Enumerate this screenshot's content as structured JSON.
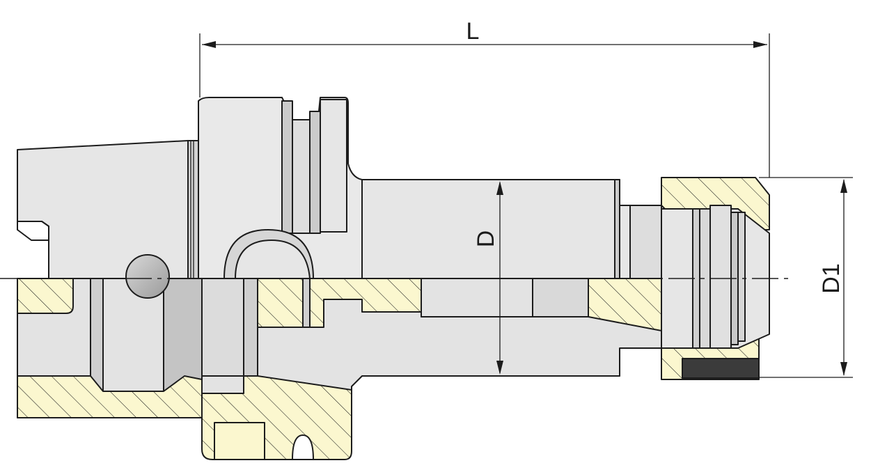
{
  "dimensions": {
    "overall_length": "L",
    "bore_diameter": "D",
    "nut_diameter": "D1"
  },
  "colors": {
    "section_fill": "#fbf7cf",
    "metal_light": "#e6e6e6",
    "metal_mid": "#d3d3d3",
    "metal_dark": "#bdbdbd",
    "outline": "#1c1c1c"
  }
}
